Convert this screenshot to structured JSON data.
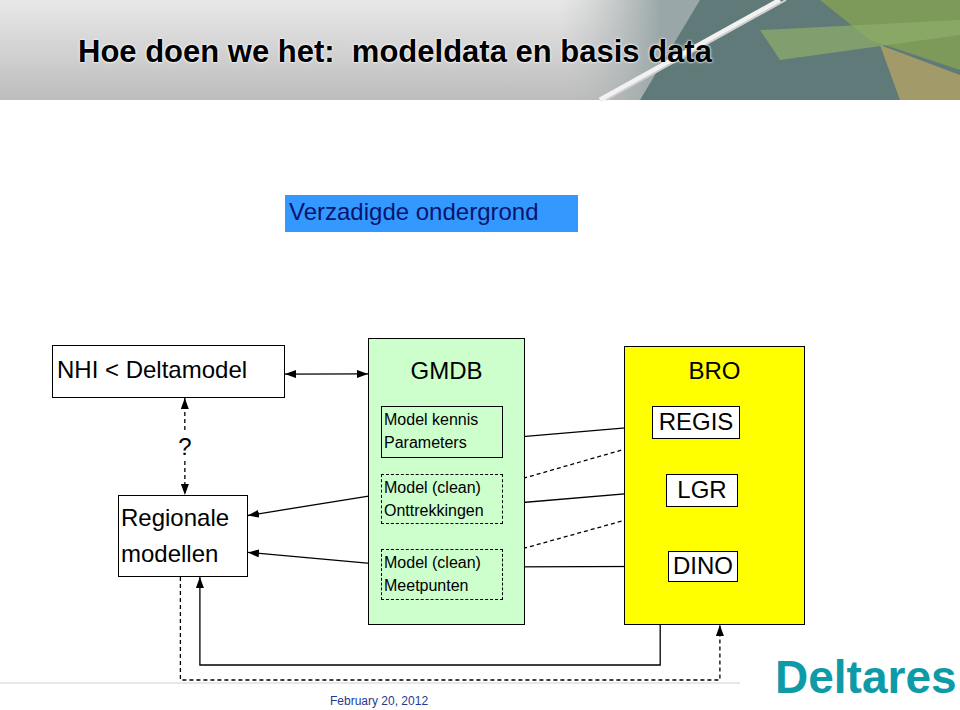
{
  "diagram": {
    "title": "Hoe doen we het:  modeldata en basis data",
    "nodes": [
      {
        "text": [
          "Verzadigde ondergrond"
        ]
      },
      {
        "text": [
          "NHI < Deltamodel"
        ]
      },
      {
        "text": [
          "GMDB"
        ]
      },
      {
        "text": [
          "Model kennis Parameters"
        ],
        "in": 2
      },
      {
        "text": [
          "Model (clean) Onttrekkingen"
        ],
        "in": 2
      },
      {
        "text": [
          "Model (clean) Meetpunten"
        ],
        "in": 2
      },
      {
        "text": [
          "BRO"
        ]
      },
      {
        "text": [
          "REGIS"
        ],
        "in": 6
      },
      {
        "text": [
          "LGR"
        ],
        "in": 6
      },
      {
        "text": [
          "DINO"
        ],
        "in": 6
      },
      {
        "text": [
          "Regionale modellen"
        ]
      }
    ],
    "edges": [
      {
        "from": 1,
        "to": 2,
        "arrow": "both"
      },
      {
        "from": 1,
        "to": 10,
        "label": "?",
        "arrow": "both"
      },
      {
        "from": 3,
        "to": 7,
        "arrow": "both"
      },
      {
        "from": 10,
        "to": 4,
        "arrow": "both"
      },
      {
        "from": 10,
        "to": 5,
        "arrow": "both"
      },
      {
        "from": 4,
        "to": 8,
        "arrow": "both"
      },
      {
        "from": 5,
        "to": 9,
        "arrow": "to"
      },
      {
        "from": 4,
        "to": 7,
        "arrow": "to"
      },
      {
        "from": 5,
        "to": 8,
        "arrow": "to"
      },
      {
        "from": 10,
        "to": 6,
        "arrow": "to"
      },
      {
        "from": 6,
        "to": 10,
        "arrow": "to"
      }
    ],
    "labels": [
      "February 20, 2012",
      "Deltares"
    ]
  }
}
